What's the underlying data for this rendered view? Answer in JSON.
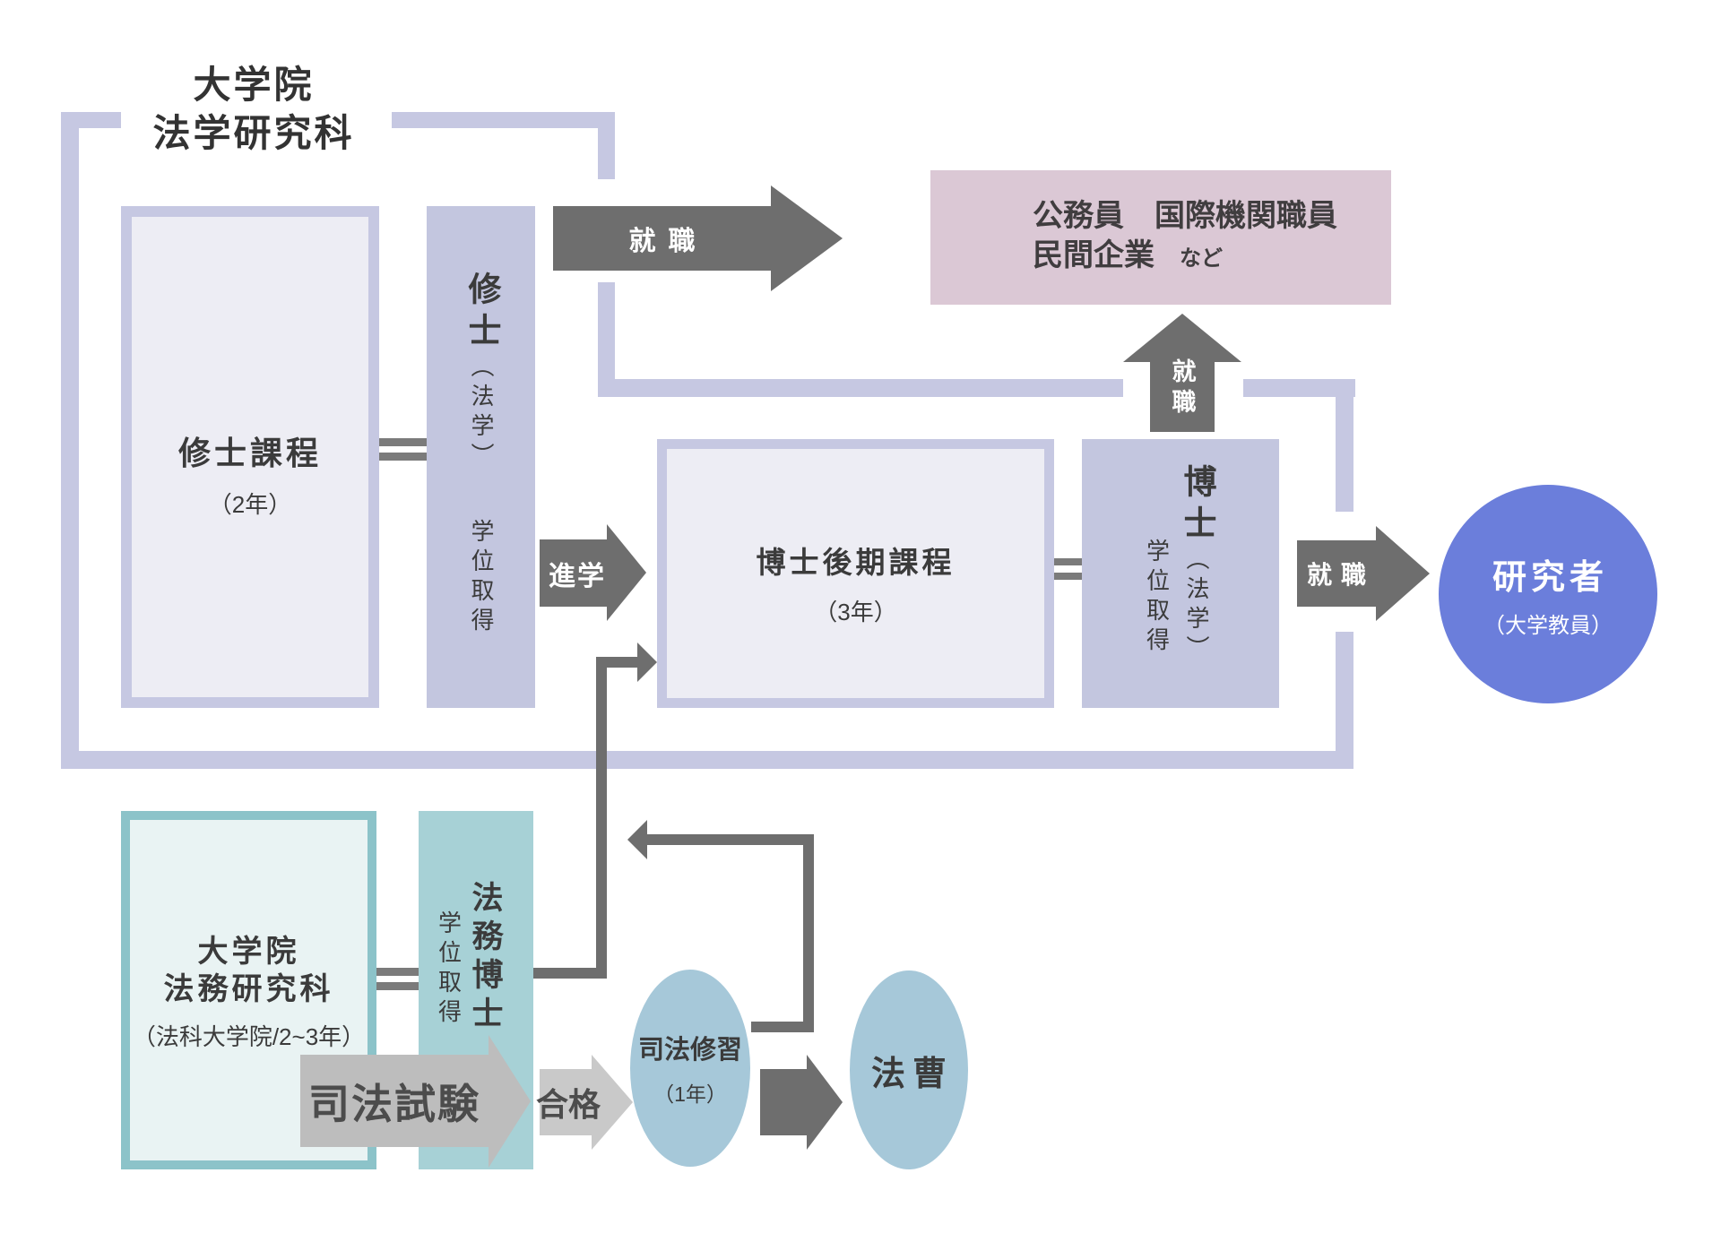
{
  "title": {
    "line1": "大学院",
    "line2": "法学研究科"
  },
  "law_grad": {
    "masters_box": {
      "title": "修士課程",
      "years": "（2年）"
    },
    "masters_degree": {
      "name": "修士",
      "field": "（法学）",
      "attain": "学位取得"
    },
    "doctoral_box": {
      "title": "博士後期課程",
      "years": "（3年）"
    },
    "doctoral_degree": {
      "name": "博士",
      "field": "（法学）",
      "attain": "学位取得"
    }
  },
  "outcomes": {
    "employer_box": {
      "line1": "公務員　国際機関職員",
      "line2": "民間企業",
      "note": "など"
    },
    "researcher": {
      "title": "研究者",
      "subtitle": "（大学教員）"
    },
    "legal_profession": {
      "title": "法曹"
    }
  },
  "law_school": {
    "box": {
      "line1": "大学院",
      "line2": "法務研究科",
      "years": "（法科大学院/2~3年）"
    },
    "degree": {
      "name": "法務博士",
      "attain": "学位取得"
    },
    "training_circle": {
      "title": "司法修習",
      "years": "（1年）"
    }
  },
  "arrows": {
    "employment_top": "就職",
    "advance": "進学",
    "employment_up": "就職",
    "employment_right": "就職",
    "bar_exam": "司法試験",
    "pass": "合格"
  },
  "colors": {
    "lavender_pipe": "#c6c8e2",
    "lavender_bar": "#c3c6df",
    "box_fill": "#ededf4",
    "pink_box": "#dbc8d5",
    "dark_gray_arrow": "#6e6e6e",
    "exam_arrow_gray": "#bdbdbd",
    "pass_arrow_gray": "#c9c9c9",
    "teal_border": "#8cc3c9",
    "teal_bar": "#a7d1d6",
    "teal_fill": "#e9f3f3",
    "steel_blue_circle": "#a6c8d9",
    "periwinkle_circle": "#6b7edb"
  }
}
